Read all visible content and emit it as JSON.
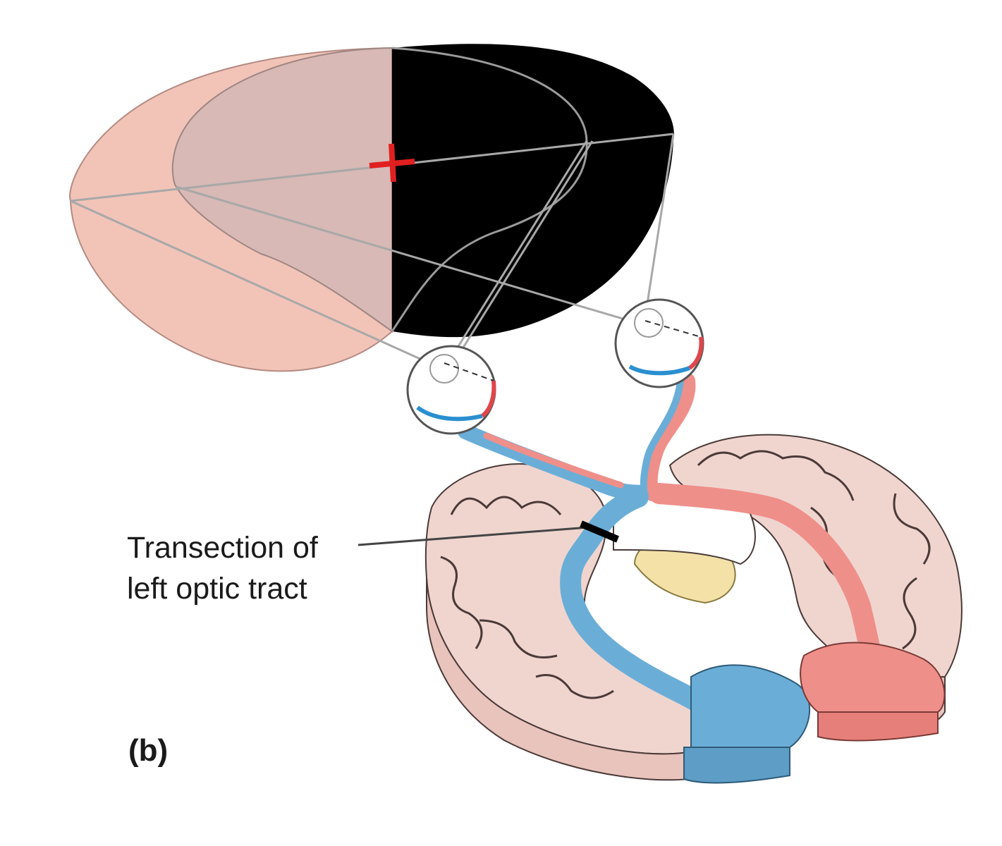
{
  "figure": {
    "panel_label": "(b)",
    "callout": {
      "line1": "Transection of",
      "line2": "left optic tract"
    }
  },
  "colors": {
    "visual_field_left": "#f2c4b8",
    "visual_field_inner": "#d8b9b6",
    "blind_field": "#000000",
    "fixation_mark": "#e02020",
    "left_pathway_blue": "#6aaed8",
    "right_pathway_red": "#ef8f8a",
    "brain_tissue": "#f0d5cf",
    "brain_outline": "#4a3a38",
    "ventricle": "#f3e1a8",
    "lesion_bar": "#000000"
  },
  "icons": {
    "fixation": "red-cross-icon",
    "eyes": "eyeball-icon"
  }
}
